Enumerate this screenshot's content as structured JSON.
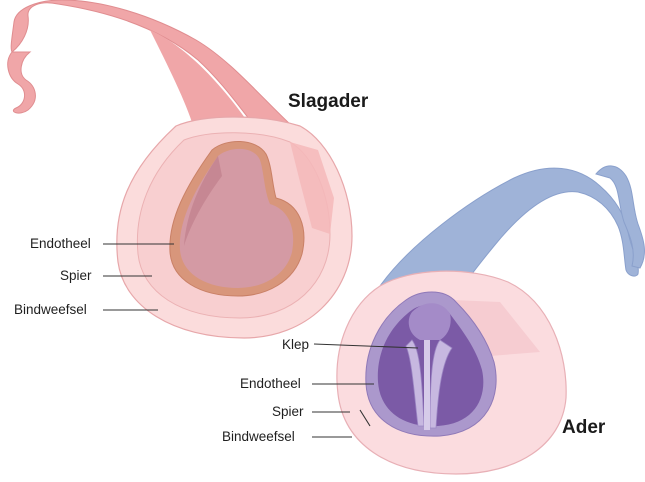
{
  "artery": {
    "title": "Slagader",
    "labels": {
      "endothelium": "Endotheel",
      "muscle": "Spier",
      "connective": "Bindweefsel"
    },
    "colors": {
      "tube": "#f0a6a8",
      "tube_dark": "#e8908f",
      "outer": "#fbdcdc",
      "muscle": "#f8cfd0",
      "lumen": "#d49aa4",
      "endothelium": "#d8967b"
    }
  },
  "vein": {
    "title": "Ader",
    "labels": {
      "valve": "Klep",
      "endothelium": "Endotheel",
      "muscle": "Spier",
      "connective": "Bindweefsel"
    },
    "colors": {
      "tube": "#9fb3d8",
      "tube_dark": "#8ea4cf",
      "outer": "#fbdcdf",
      "muscle": "#ab98cc",
      "lumen": "#7b5aa6",
      "valve": "#c7b8e0"
    }
  }
}
